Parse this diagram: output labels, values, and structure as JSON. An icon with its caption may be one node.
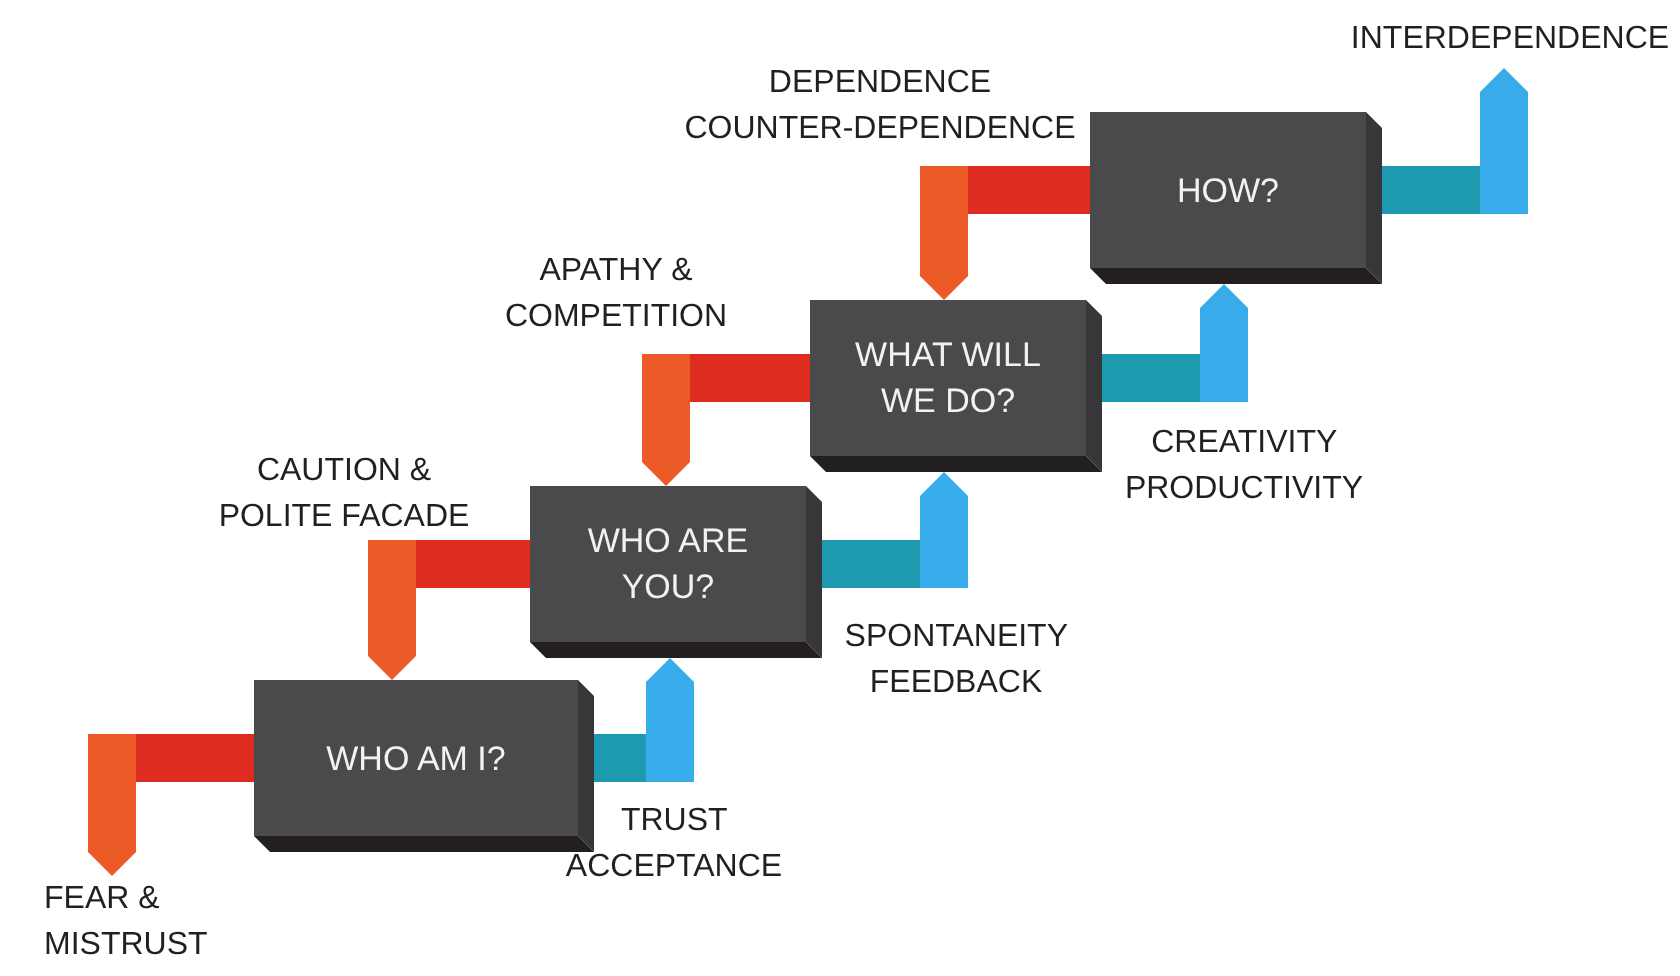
{
  "diagram": {
    "nodes": [
      {
        "text": [
          "INTERDEPENDENCE"
        ]
      },
      {
        "text": [
          "HOW?"
        ]
      },
      {
        "text": [
          "WHAT WILL WE DO?"
        ]
      },
      {
        "text": [
          "WHO ARE YOU?"
        ]
      },
      {
        "text": [
          "WHO AM I?"
        ]
      },
      {
        "text": [
          "FEAR & MISTRUST"
        ]
      }
    ],
    "edges": [
      {
        "from": 4,
        "to": 5,
        "arrow": "to",
        "color": "#de2c21"
      },
      {
        "from": 3,
        "to": 4,
        "arrow": "to",
        "color": "#de2c21"
      },
      {
        "from": 2,
        "to": 3,
        "arrow": "to",
        "color": "#de2c21"
      },
      {
        "from": 1,
        "to": 2,
        "arrow": "to",
        "color": "#de2c21"
      },
      {
        "from": 4,
        "to": 3,
        "arrow": "to",
        "color": "#1d9ab0"
      },
      {
        "from": 3,
        "to": 2,
        "arrow": "to",
        "color": "#1d9ab0"
      },
      {
        "from": 2,
        "to": 1,
        "arrow": "to",
        "color": "#1d9ab0"
      },
      {
        "from": 1,
        "to": 0,
        "arrow": "to",
        "color": "#1d9ab0"
      }
    ],
    "labels": [
      "DEPENDENCE COUNTER-DEPENDENCE",
      "APATHY & COMPETITION",
      "CREATIVITY PRODUCTIVITY",
      "CAUTION & POLITE FACADE",
      "SPONTANEITY FEEDBACK",
      "TRUST ACCEPTANCE"
    ]
  }
}
